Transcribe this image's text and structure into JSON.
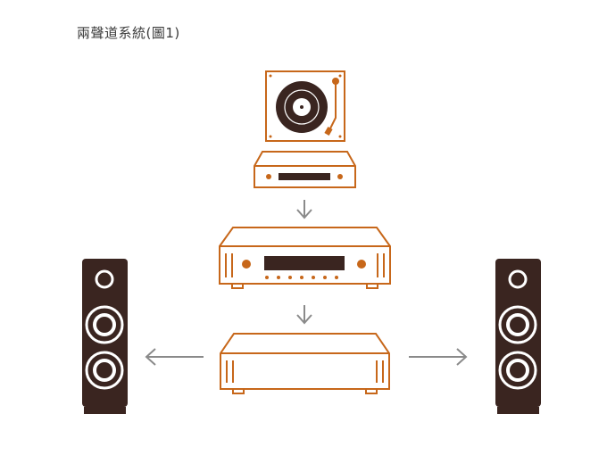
{
  "title": "兩聲道系統(圖1)",
  "colors": {
    "equipment": "#C7671A",
    "speaker": "#3A2520",
    "arrow": "#8A8A8A",
    "background": "#FFFFFF"
  },
  "components": [
    {
      "id": "turntable",
      "icon": "turntable-icon"
    },
    {
      "id": "phono-stage",
      "icon": "phono-preamp-icon"
    },
    {
      "id": "preamplifier",
      "icon": "preamplifier-icon"
    },
    {
      "id": "power-amplifier",
      "icon": "power-amplifier-icon"
    },
    {
      "id": "left-speaker",
      "icon": "speaker-icon"
    },
    {
      "id": "right-speaker",
      "icon": "speaker-icon"
    }
  ],
  "connections": [
    {
      "from": "phono-stage",
      "to": "preamplifier",
      "icon": "arrow-down-icon"
    },
    {
      "from": "preamplifier",
      "to": "power-amplifier",
      "icon": "arrow-down-icon"
    },
    {
      "from": "power-amplifier",
      "to": "left-speaker",
      "icon": "arrow-left-icon"
    },
    {
      "from": "power-amplifier",
      "to": "right-speaker",
      "icon": "arrow-right-icon"
    }
  ]
}
